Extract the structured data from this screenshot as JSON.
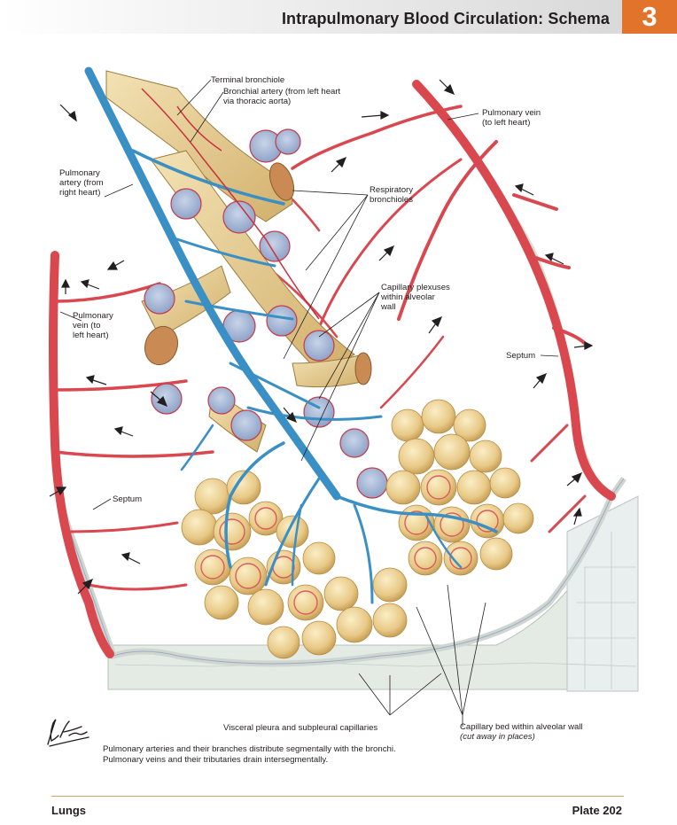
{
  "header": {
    "title": "Intrapulmonary Blood Circulation: Schema",
    "chapter_number": "3"
  },
  "labels": {
    "terminal_bronchiole": "Terminal bronchiole",
    "bronchial_artery": "Bronchial artery (from left heart\nvia thoracic aorta)",
    "pulmonary_vein_top": "Pulmonary vein\n(to left heart)",
    "pulmonary_artery": "Pulmonary\nartery (from\nright heart)",
    "respiratory_bronchioles": "Respiratory\nbronchioles",
    "capillary_plexuses": "Capillary plexuses\nwithin alveolar\nwall",
    "pulmonary_vein_left": "Pulmonary\nvein (to\nleft heart)",
    "septum_right": "Septum",
    "septum_left": "Septum",
    "visceral_pleura": "Visceral pleura and subpleural capillaries",
    "capillary_bed": "Capillary bed within alveolar wall",
    "capillary_bed_note": "(cut away in places)"
  },
  "caption": {
    "line1": "Pulmonary arteries and their branches distribute segmentally with the bronchi.",
    "line2": "Pulmonary veins and their tributaries drain intersegmentally."
  },
  "footer": {
    "section": "Lungs",
    "plate": "Plate 202"
  },
  "colors": {
    "accent": "#e2732a",
    "vein": "#d9474f",
    "artery": "#3a8fc4",
    "bronchus": "#e3c98c",
    "pleura": "#d8e0d8"
  }
}
